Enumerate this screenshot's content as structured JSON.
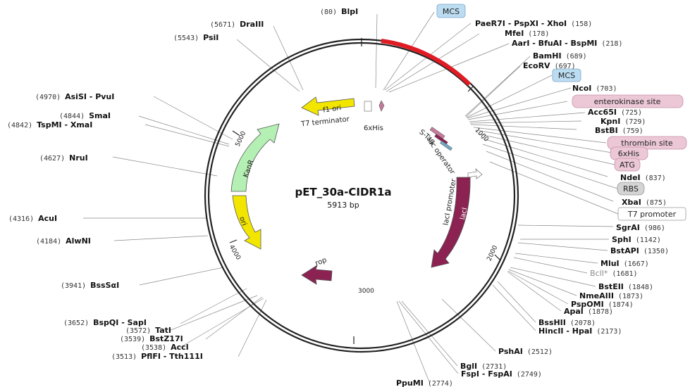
{
  "plasmid": {
    "name": "pET_30a-CIDR1a",
    "size": "5913 bp"
  },
  "ticks": [
    "1000",
    "2000",
    "3000",
    "4000",
    "5000"
  ],
  "features": {
    "f1_ori": "f1 ori",
    "kanr": "KanR",
    "ori": "ori",
    "rop": "rop",
    "laci": "lacI",
    "laci_promoter": "lacI promoter",
    "t7_terminator": "T7 terminator",
    "his6": "6xHis",
    "s_tag": "S-Tag",
    "lac_operator": "lac operator"
  },
  "sites": [
    {
      "pos": "(80)",
      "name": "BlpI"
    },
    {
      "pos": "(5671)",
      "name": "DraIII"
    },
    {
      "pos": "(5543)",
      "name": "PsiI"
    },
    {
      "pos": "(4970)",
      "name": "AsiSI - PvuI"
    },
    {
      "pos": "(4844)",
      "name": "SmaI"
    },
    {
      "pos": "(4842)",
      "name": "TspMI - XmaI"
    },
    {
      "pos": "(4627)",
      "name": "NruI"
    },
    {
      "pos": "(4316)",
      "name": "AcuI"
    },
    {
      "pos": "(4184)",
      "name": "AlwNI"
    },
    {
      "pos": "(3941)",
      "name": "BssSαI"
    },
    {
      "pos": "(3652)",
      "name": "BspQI - SapI"
    },
    {
      "pos": "(3572)",
      "name": "TatI"
    },
    {
      "pos": "(3539)",
      "name": "BstZ17I"
    },
    {
      "pos": "(3538)",
      "name": "AccI"
    },
    {
      "pos": "(3513)",
      "name": "PflFI - Tth111I"
    },
    {
      "pos": "(158)",
      "name": "PaeR7I - PspXI - XhoI"
    },
    {
      "pos": "(178)",
      "name": "MfeI"
    },
    {
      "pos": "(218)",
      "name": "AarI - BfuAI - BspMI"
    },
    {
      "pos": "(689)",
      "name": "BamHI"
    },
    {
      "pos": "(697)",
      "name": "EcoRV"
    },
    {
      "pos": "(703)",
      "name": "NcoI"
    },
    {
      "pos": "(725)",
      "name": "Acc65I"
    },
    {
      "pos": "(729)",
      "name": "KpnI"
    },
    {
      "pos": "(759)",
      "name": "BstBI"
    },
    {
      "pos": "(837)",
      "name": "NdeI"
    },
    {
      "pos": "(875)",
      "name": "XbaI"
    },
    {
      "pos": "(986)",
      "name": "SgrAI"
    },
    {
      "pos": "(1142)",
      "name": "SphI"
    },
    {
      "pos": "(1350)",
      "name": "BstAPI"
    },
    {
      "pos": "(1667)",
      "name": "MluI"
    },
    {
      "pos": "(1681)",
      "name": "BclI*"
    },
    {
      "pos": "(1848)",
      "name": "BstEII"
    },
    {
      "pos": "(1873)",
      "name": "NmeAIII"
    },
    {
      "pos": "(1874)",
      "name": "PspOMI"
    },
    {
      "pos": "(1878)",
      "name": "ApaI"
    },
    {
      "pos": "(2078)",
      "name": "BssHII"
    },
    {
      "pos": "(2173)",
      "name": "HincII - HpaI"
    },
    {
      "pos": "(2512)",
      "name": "PshAI"
    },
    {
      "pos": "(2731)",
      "name": "BglI"
    },
    {
      "pos": "(2749)",
      "name": "FspI - FspAI"
    },
    {
      "pos": "(2774)",
      "name": "PpuMI"
    }
  ],
  "boxes": [
    {
      "label": "MCS",
      "color": "#bcdcf2"
    },
    {
      "label": "MCS",
      "color": "#bcdcf2"
    },
    {
      "label": "enterokinase site",
      "color": "#ecc8d6"
    },
    {
      "label": "thrombin site",
      "color": "#ecc8d6"
    },
    {
      "label": "6xHis",
      "color": "#ecc8d6"
    },
    {
      "label": "ATG",
      "color": "#ecc8d6"
    },
    {
      "label": "RBS",
      "color": "#d4d4d4"
    },
    {
      "label": "T7 promoter",
      "color": "#ffffff"
    }
  ],
  "colors": {
    "backbone": "#222222",
    "insert": "#e01b24",
    "f1_ori": "#f2e600",
    "kanr": "#b4f0b4",
    "ori": "#f2e600",
    "rop": "#8b2252",
    "laci": "#8b2252"
  }
}
